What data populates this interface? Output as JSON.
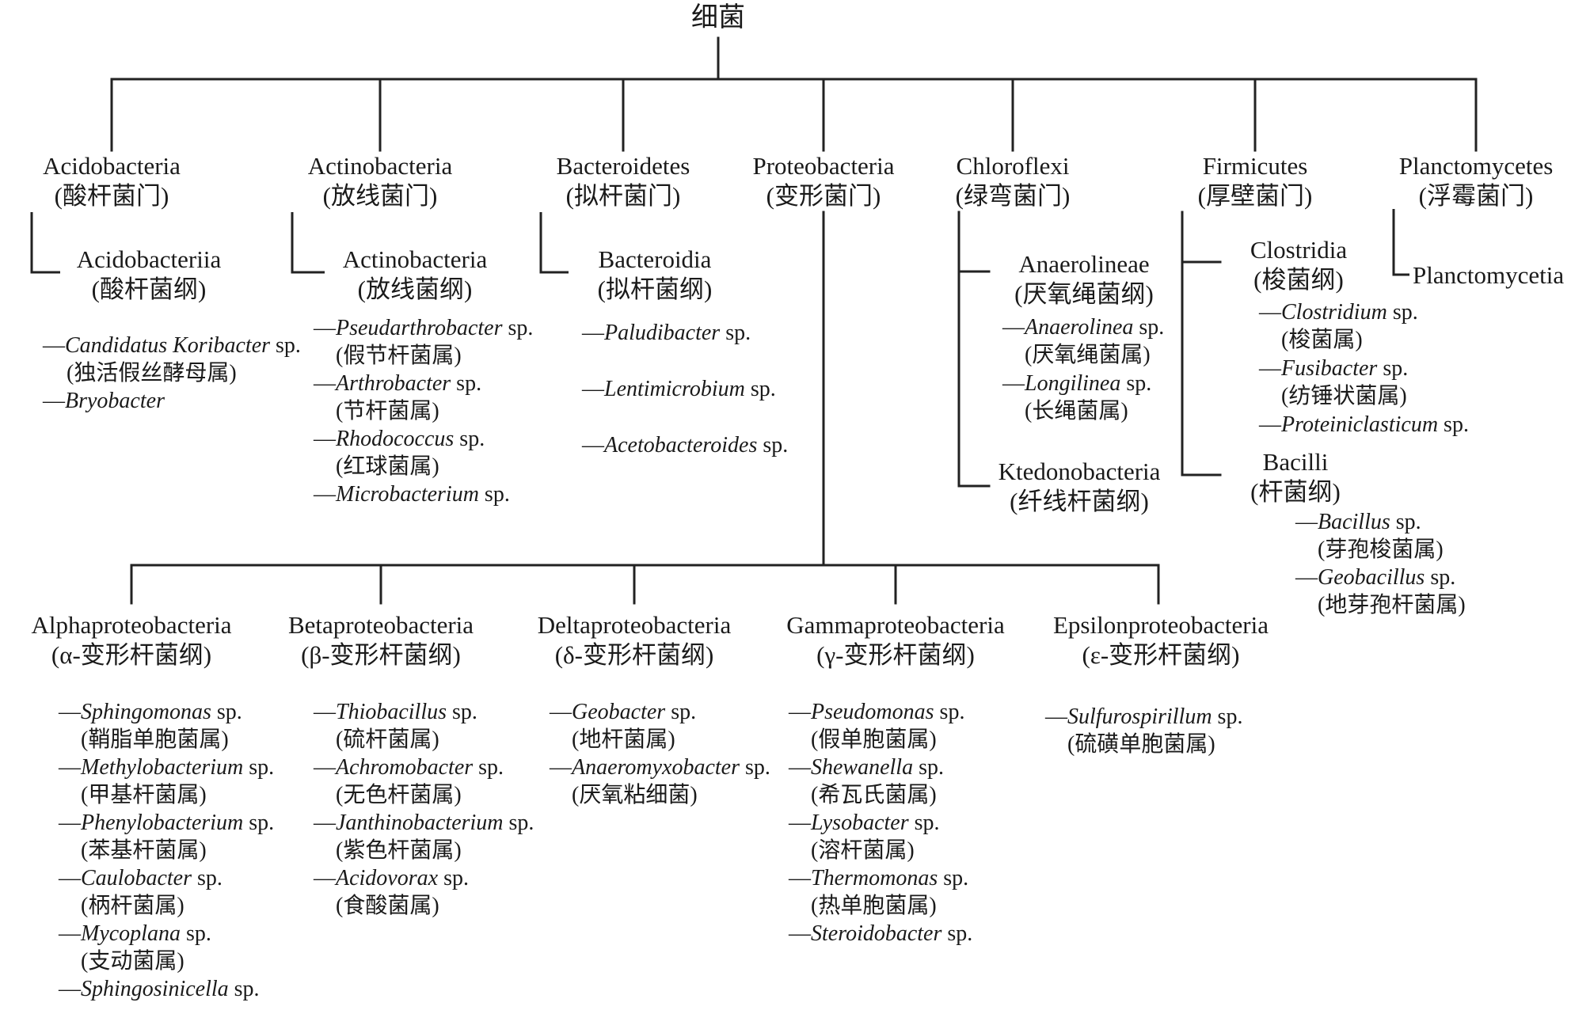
{
  "root": "细菌",
  "dash": "—",
  "sp": " sp.",
  "phyla": [
    {
      "key": "acido",
      "name": "Acidobacteria",
      "cn": "(酸杆菌门)"
    },
    {
      "key": "actino",
      "name": "Actinobacteria",
      "cn": "(放线菌门)"
    },
    {
      "key": "bactero",
      "name": "Bacteroidetes",
      "cn": "(拟杆菌门)"
    },
    {
      "key": "proteo",
      "name": "Proteobacteria",
      "cn": "(变形菌门)"
    },
    {
      "key": "chloro",
      "name": "Chloroflexi",
      "cn": "(绿弯菌门)"
    },
    {
      "key": "firmi",
      "name": "Firmicutes",
      "cn": "(厚壁菌门)"
    },
    {
      "key": "plancto",
      "name": "Planctomycetes",
      "cn": "(浮霉菌门)"
    }
  ],
  "classes": [
    {
      "key": "acidobacteriia",
      "name": "Acidobacteriia",
      "cn": "(酸杆菌纲)"
    },
    {
      "key": "actinobacteria",
      "name": "Actinobacteria",
      "cn": "(放线菌纲)"
    },
    {
      "key": "bacteroidia",
      "name": "Bacteroidia",
      "cn": "(拟杆菌纲)"
    },
    {
      "key": "anaerolineae",
      "name": "Anaerolineae",
      "cn": "(厌氧绳菌纲)"
    },
    {
      "key": "ktedonobacteria",
      "name": "Ktedonobacteria",
      "cn": "(纤线杆菌纲)"
    },
    {
      "key": "clostridia",
      "name": "Clostridia",
      "cn": "(梭菌纲)"
    },
    {
      "key": "bacilli",
      "name": "Bacilli",
      "cn": "(杆菌纲)"
    },
    {
      "key": "planctomycetia",
      "name": "Planctomycetia",
      "cn": ""
    },
    {
      "key": "alpha",
      "name": "Alphaproteobacteria",
      "cn": "(α-变形杆菌纲)"
    },
    {
      "key": "beta",
      "name": "Betaproteobacteria",
      "cn": "(β-变形杆菌纲)"
    },
    {
      "key": "delta",
      "name": "Deltaproteobacteria",
      "cn": "(δ-变形杆菌纲)"
    },
    {
      "key": "gamma",
      "name": "Gammaproteobacteria",
      "cn": "(γ-变形杆菌纲)"
    },
    {
      "key": "epsilon",
      "name": "Epsilonproteobacteria",
      "cn": "(ε-变形杆菌纲)"
    }
  ],
  "genera": {
    "acidobacteriia": [
      {
        "name": "Candidatus Koribacter",
        "sp": true,
        "cn": "(独活假丝酵母属)"
      },
      {
        "name": "Bryobacter",
        "sp": false,
        "cn": ""
      }
    ],
    "actinobacteria": [
      {
        "name": "Pseudarthrobacter",
        "sp": true,
        "cn": "(假节杆菌属)"
      },
      {
        "name": "Arthrobacter",
        "sp": true,
        "cn": "(节杆菌属)"
      },
      {
        "name": "Rhodococcus",
        "sp": true,
        "cn": "(红球菌属)"
      },
      {
        "name": "Microbacterium",
        "sp": true,
        "cn": ""
      }
    ],
    "bacteroidia": [
      {
        "name": "Paludibacter",
        "sp": true,
        "cn": ""
      },
      {
        "name": "Lentimicrobium",
        "sp": true,
        "cn": ""
      },
      {
        "name": "Acetobacteroides",
        "sp": true,
        "cn": ""
      }
    ],
    "anaerolineae": [
      {
        "name": "Anaerolinea",
        "sp": true,
        "cn": "(厌氧绳菌属)"
      },
      {
        "name": "Longilinea",
        "sp": true,
        "cn": "(长绳菌属)"
      }
    ],
    "clostridia": [
      {
        "name": "Clostridium",
        "sp": true,
        "cn": "(梭菌属)"
      },
      {
        "name": "Fusibacter",
        "sp": true,
        "cn": "(纺锤状菌属)"
      },
      {
        "name": "Proteiniclasticum",
        "sp": true,
        "cn": ""
      }
    ],
    "bacilli": [
      {
        "name": "Bacillus",
        "sp": true,
        "cn": "(芽孢梭菌属)"
      },
      {
        "name": "Geobacillus",
        "sp": true,
        "cn": "(地芽孢杆菌属)"
      }
    ],
    "alpha": [
      {
        "name": "Sphingomonas",
        "sp": true,
        "cn": "(鞘脂单胞菌属)"
      },
      {
        "name": "Methylobacterium",
        "sp": true,
        "cn": "(甲基杆菌属)"
      },
      {
        "name": "Phenylobacterium",
        "sp": true,
        "cn": "(苯基杆菌属)"
      },
      {
        "name": "Caulobacter",
        "sp": true,
        "cn": "(柄杆菌属)"
      },
      {
        "name": "Mycoplana",
        "sp": true,
        "cn": "(支动菌属)"
      },
      {
        "name": "Sphingosinicella",
        "sp": true,
        "cn": ""
      }
    ],
    "beta": [
      {
        "name": "Thiobacillus",
        "sp": true,
        "cn": "(硫杆菌属)"
      },
      {
        "name": "Achromobacter",
        "sp": true,
        "cn": "(无色杆菌属)"
      },
      {
        "name": "Janthinobacterium",
        "sp": true,
        "cn": "(紫色杆菌属)"
      },
      {
        "name": "Acidovorax",
        "sp": true,
        "cn": "(食酸菌属)"
      }
    ],
    "delta": [
      {
        "name": "Geobacter",
        "sp": true,
        "cn": "(地杆菌属)"
      },
      {
        "name": "Anaeromyxobacter",
        "sp": true,
        "cn": "(厌氧粘细菌)"
      }
    ],
    "gamma": [
      {
        "name": "Pseudomonas",
        "sp": true,
        "cn": "(假单胞菌属)"
      },
      {
        "name": "Shewanella",
        "sp": true,
        "cn": "(希瓦氏菌属)"
      },
      {
        "name": "Lysobacter",
        "sp": true,
        "cn": "(溶杆菌属)"
      },
      {
        "name": "Thermomonas",
        "sp": true,
        "cn": "(热单胞菌属)"
      },
      {
        "name": "Steroidobacter",
        "sp": true,
        "cn": ""
      }
    ],
    "epsilon": [
      {
        "name": "Sulfurospirillum",
        "sp": true,
        "cn": "(硫磺单胞菌属)"
      }
    ]
  }
}
